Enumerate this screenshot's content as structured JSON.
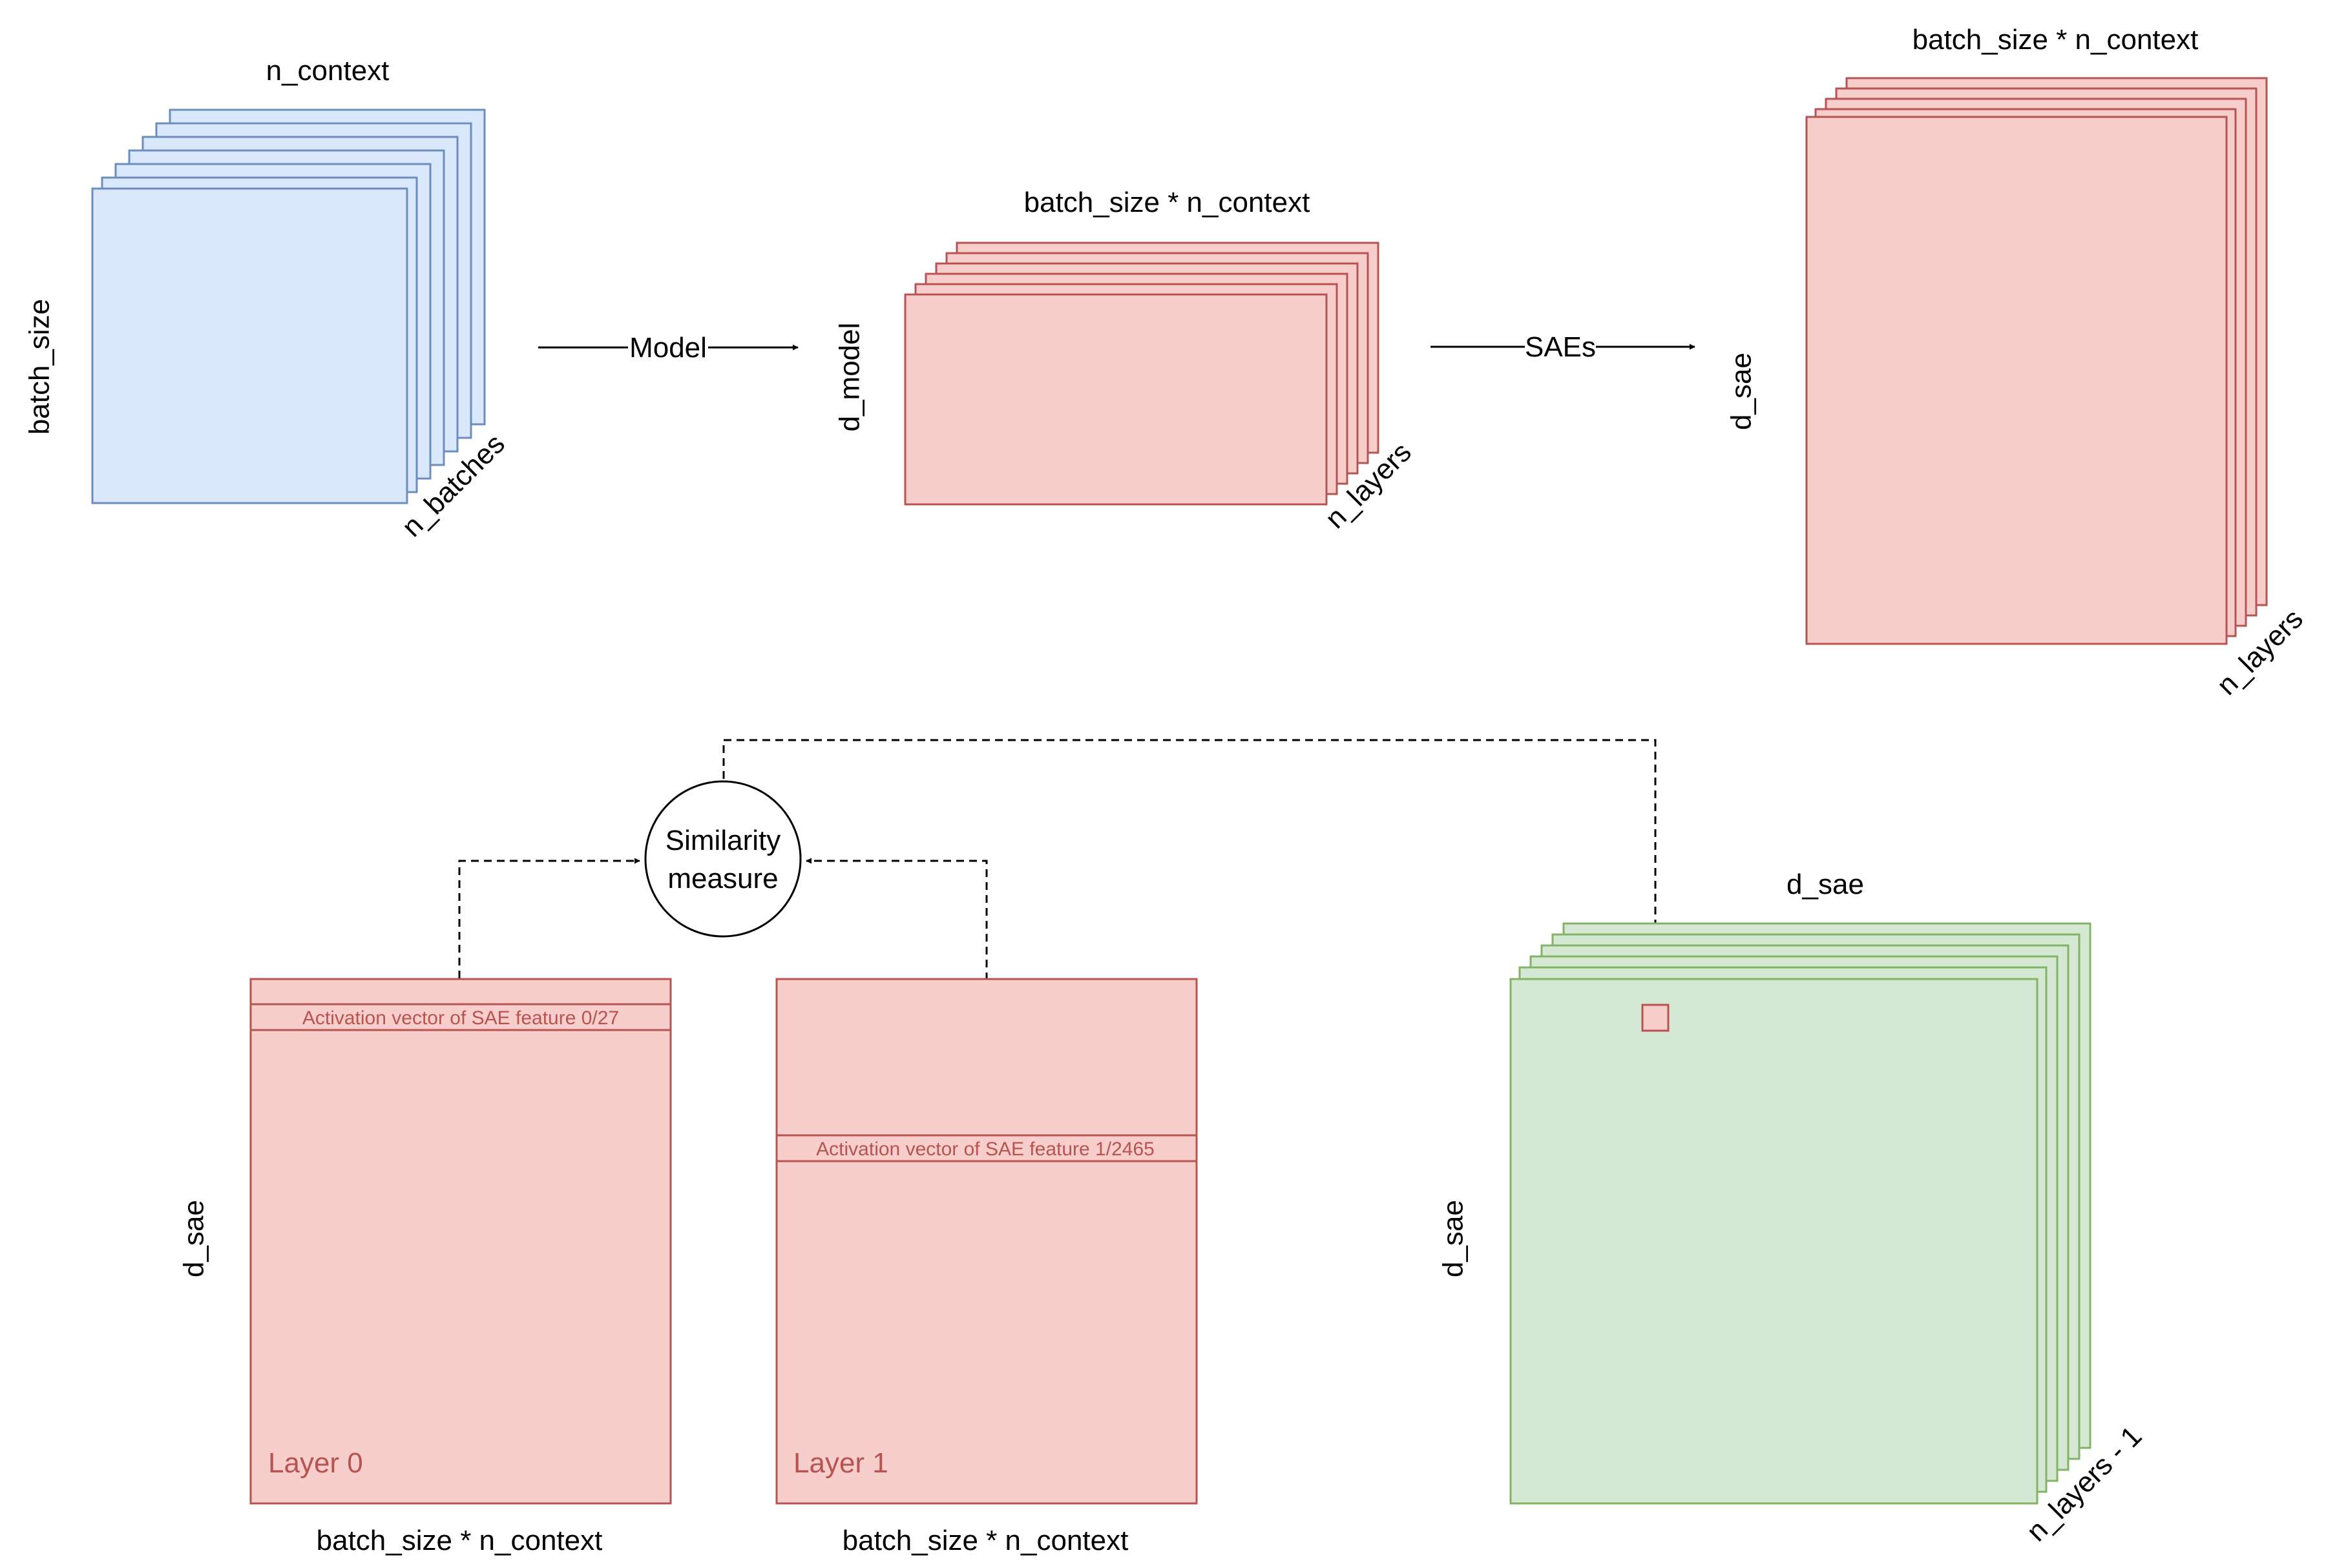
{
  "colors": {
    "blue_fill": "#dae8fc",
    "blue_stroke": "#6c8ebf",
    "red_fill": "#f8cecc",
    "red_stroke": "#b85450",
    "green_fill": "#d5e8d4",
    "green_stroke": "#82b366",
    "text": "#000000",
    "accent_text": "#b85450"
  },
  "input_stack": {
    "top_label": "n_context",
    "side_label": "batch_size",
    "depth_label": "n_batches"
  },
  "model_arrow": {
    "label": "Model"
  },
  "model_stack": {
    "top_label": "batch_size * n_context",
    "side_label": "d_model",
    "depth_label": "n_layers"
  },
  "sae_arrow": {
    "label": "SAEs"
  },
  "sae_stack": {
    "top_label": "batch_size * n_context",
    "side_label": "d_sae",
    "depth_label": "n_layers"
  },
  "similarity": {
    "line1": "Similarity",
    "line2": "measure"
  },
  "layer0": {
    "title": "Layer 0",
    "row_label": "Activation vector of SAE feature 0/27",
    "side_label": "d_sae",
    "bottom_label": "batch_size * n_context"
  },
  "layer1": {
    "title": "Layer 1",
    "row_label": "Activation vector of SAE feature 1/2465",
    "bottom_label": "batch_size * n_context"
  },
  "matrix_stack": {
    "top_label": "d_sae",
    "side_label": "d_sae",
    "depth_label": "n_layers - 1"
  }
}
